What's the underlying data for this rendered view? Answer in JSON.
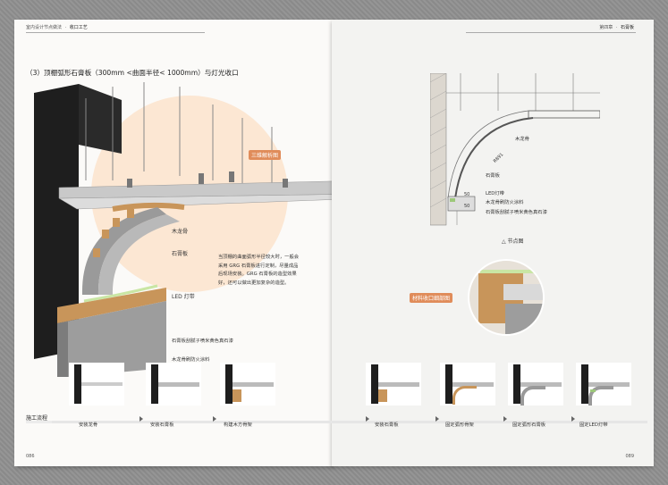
{
  "left_page": {
    "header": {
      "book": "室内设计节点做法",
      "section": "收口工艺"
    },
    "title": "（3）顶棚弧形石膏板（300mm <曲面半径< 1000mm）与灯光收口",
    "tags": {
      "exploded": "三维解析图",
      "detail": "材料收口细部图"
    },
    "callouts": [
      "木龙骨",
      "石膏板",
      "LED 灯带",
      "石膏板刮腻子喷米黄色真石漆",
      "木龙骨刷防火涂料"
    ],
    "paragraph": "当顶棚的曲面弧形半径较大时，一般会采用 GRG 石膏板进行定制，尽量成品后现场安装。GRG 石膏板的造型效果好，还可以做出更加复杂的造型。",
    "page_number": "086"
  },
  "right_page": {
    "header": {
      "chapter": "第四章",
      "section": "石膏板"
    },
    "detail_labels": [
      "木龙骨",
      "R891",
      "石膏板",
      "LED灯带",
      "木龙骨刷防火涂料",
      "石膏板刮腻子喷米黄色真石漆"
    ],
    "dims": [
      "50",
      "50"
    ],
    "caption": "△ 节点图",
    "page_number": "089"
  },
  "process": {
    "label": "施工流程",
    "steps": [
      "安装龙骨",
      "安装石膏板",
      "构建木方骨架",
      "安装石膏板",
      "固定弧形骨架",
      "固定弧形石膏板",
      "固定LED灯带"
    ]
  },
  "colors": {
    "accent": "#e08c5a",
    "wood": "#c8955a",
    "dark": "#1e1e1e",
    "glow": "#fbe3cc"
  }
}
